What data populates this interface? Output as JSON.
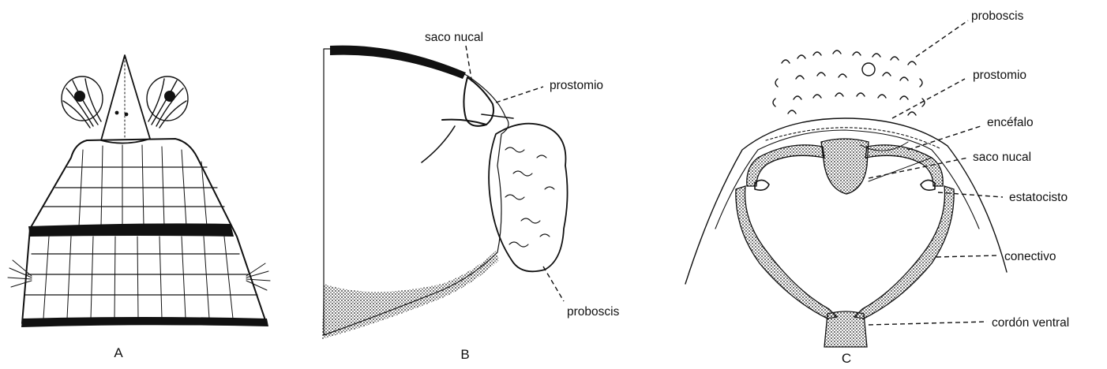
{
  "panels": {
    "a": {
      "label": "A"
    },
    "b": {
      "label": "B",
      "labels": {
        "saco_nucal": "saco nucal",
        "prostomio": "prostomio",
        "proboscis": "proboscis"
      }
    },
    "c": {
      "label": "C",
      "labels": {
        "proboscis": "proboscis",
        "prostomio": "prostomio",
        "encefalo": "encéfalo",
        "saco_nucal": "saco nucal",
        "estatocisto": "estatocisto",
        "conectivo": "conectivo",
        "cordon_ventral": "cordón ventral"
      }
    }
  },
  "colors": {
    "ink": "#111111",
    "background": "#ffffff"
  }
}
